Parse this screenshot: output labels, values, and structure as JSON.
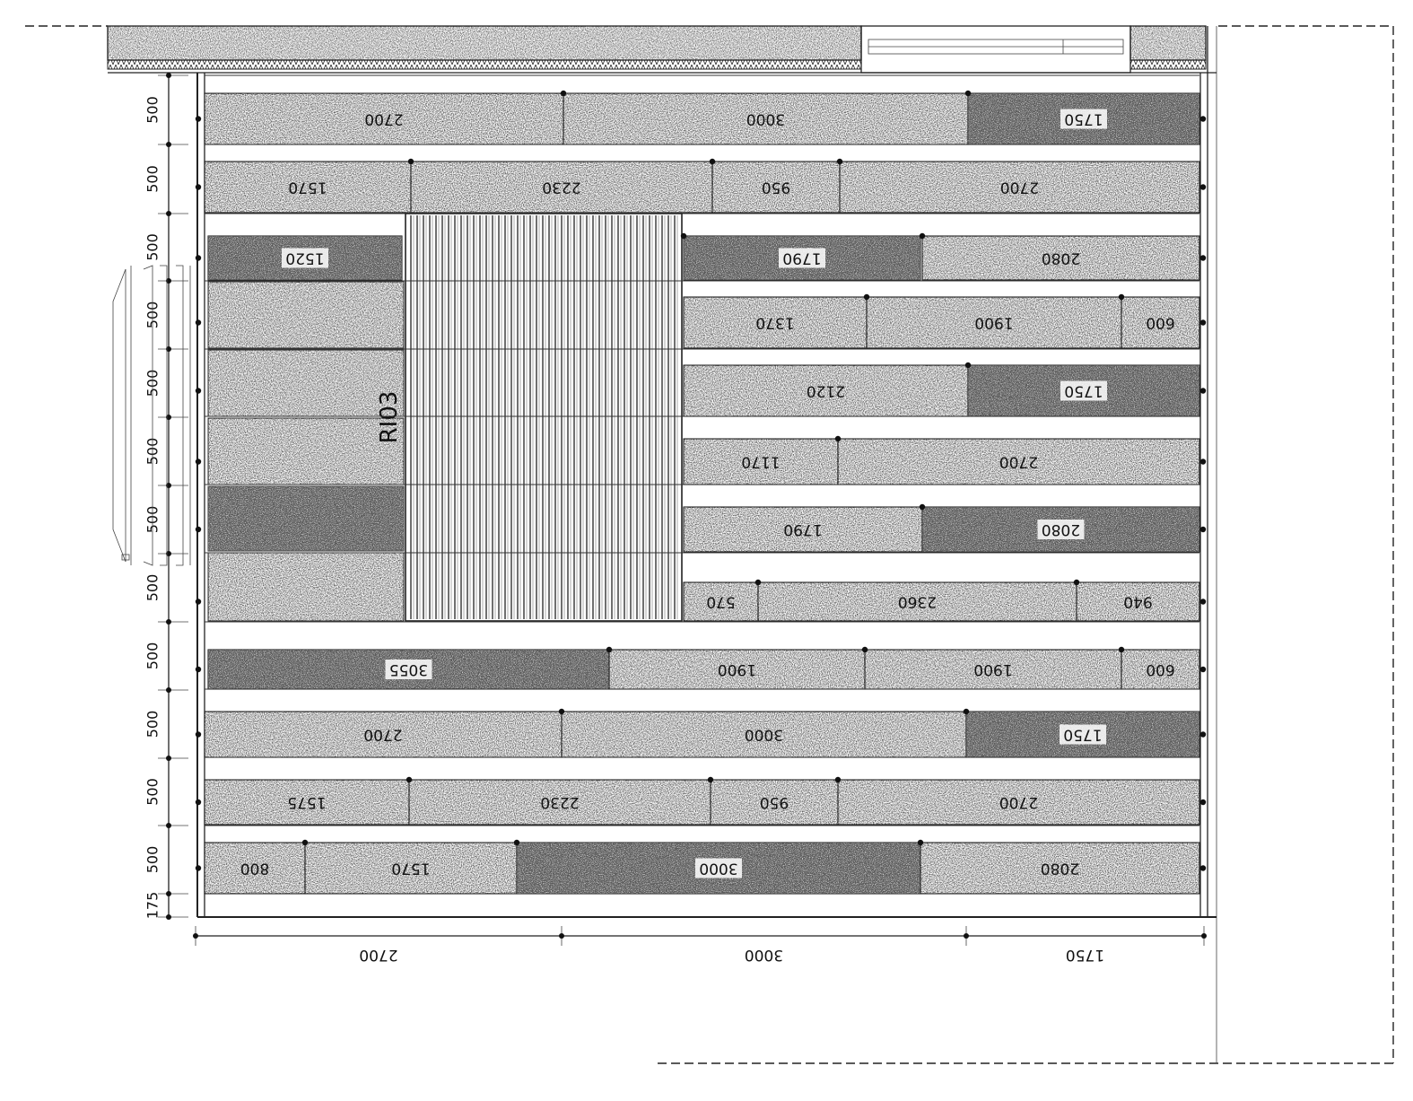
{
  "panel_code": "RI03",
  "rows": [
    {
      "pieces": [
        {
          "label": "800",
          "tone": "light"
        },
        {
          "label": "1570",
          "tone": "light"
        },
        {
          "label": "3000",
          "tone": "dark"
        },
        {
          "label": "2080",
          "tone": "light"
        }
      ]
    },
    {
      "pieces": [
        {
          "label": "1575",
          "tone": "light"
        },
        {
          "label": "2230",
          "tone": "light"
        },
        {
          "label": "950",
          "tone": "light"
        },
        {
          "label": "2700",
          "tone": "light"
        }
      ]
    },
    {
      "pieces": [
        {
          "label": "2700",
          "tone": "light"
        },
        {
          "label": "3000",
          "tone": "light"
        },
        {
          "label": "1750",
          "tone": "dark"
        }
      ]
    },
    {
      "pieces": [
        {
          "label": "3055",
          "tone": "dark"
        },
        {
          "label": "1900",
          "tone": "light"
        },
        {
          "label": "1900",
          "tone": "light"
        },
        {
          "label": "600",
          "tone": "light"
        }
      ]
    },
    {
      "pieces": [
        {
          "label": "570",
          "tone": "light"
        },
        {
          "label": "2360",
          "tone": "light"
        },
        {
          "label": "940",
          "tone": "light"
        }
      ]
    },
    {
      "pieces": [
        {
          "label": "1790",
          "tone": "light"
        },
        {
          "label": "2080",
          "tone": "dark"
        }
      ]
    },
    {
      "pieces": [
        {
          "label": "1170",
          "tone": "light"
        },
        {
          "label": "2700",
          "tone": "light"
        }
      ]
    },
    {
      "pieces": [
        {
          "label": "2120",
          "tone": "light"
        },
        {
          "label": "1750",
          "tone": "dark"
        }
      ]
    },
    {
      "pieces": [
        {
          "label": "1370",
          "tone": "light"
        },
        {
          "label": "1900",
          "tone": "light"
        },
        {
          "label": "600",
          "tone": "light"
        }
      ]
    },
    {
      "pieces": [
        {
          "label": "1520",
          "tone": "dark"
        },
        {
          "label": "1790",
          "tone": "dark"
        },
        {
          "label": "2080",
          "tone": "light"
        }
      ]
    },
    {
      "pieces": [
        {
          "label": "1570",
          "tone": "light"
        },
        {
          "label": "2230",
          "tone": "light"
        },
        {
          "label": "950",
          "tone": "light"
        },
        {
          "label": "2700",
          "tone": "light"
        }
      ]
    },
    {
      "pieces": [
        {
          "label": "2700",
          "tone": "light"
        },
        {
          "label": "3000",
          "tone": "light"
        },
        {
          "label": "1750",
          "tone": "dark"
        }
      ]
    }
  ],
  "left_dimensions": [
    "500",
    "500",
    "500",
    "500",
    "500",
    "500",
    "500",
    "500",
    "500",
    "500",
    "500",
    "500",
    "175"
  ],
  "bottom_dimensions": [
    "2700",
    "3000",
    "1750"
  ]
}
